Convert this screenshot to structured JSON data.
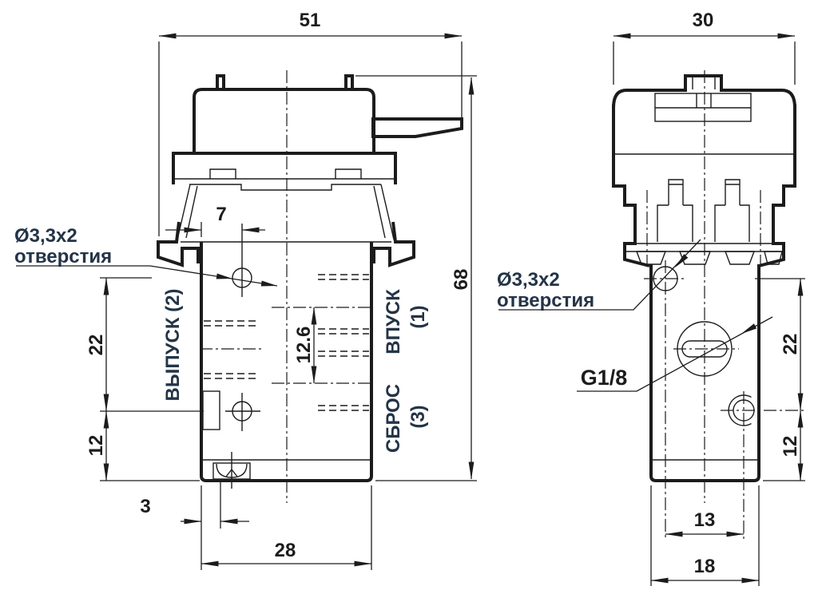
{
  "front_view": {
    "dims": {
      "overall_width": "51",
      "hole_offset": "7",
      "hole_spacing": "22",
      "hole_to_base": "12",
      "slot_offset": "3",
      "body_width": "28",
      "overall_height": "68",
      "port_spacing": "12.6"
    },
    "labels": {
      "holes_line1": "Ø3,3x2",
      "holes_line2": "отверстия",
      "port2": "ВЫПУСК (2)",
      "port1": "ВПУСК",
      "port1_num": "(1)",
      "port3": "СБРОС",
      "port3_num": "(3)"
    }
  },
  "side_view": {
    "dims": {
      "overall_width": "30",
      "hole_spacing": "22",
      "hole_to_base": "12",
      "hole_pitch": "13",
      "body_width": "18"
    },
    "labels": {
      "holes_line1": "Ø3,3x2",
      "holes_line2": "отверстия",
      "thread": "G1/8"
    }
  },
  "colors": {
    "line": "#1c1c1c",
    "label_text": "#243447"
  }
}
